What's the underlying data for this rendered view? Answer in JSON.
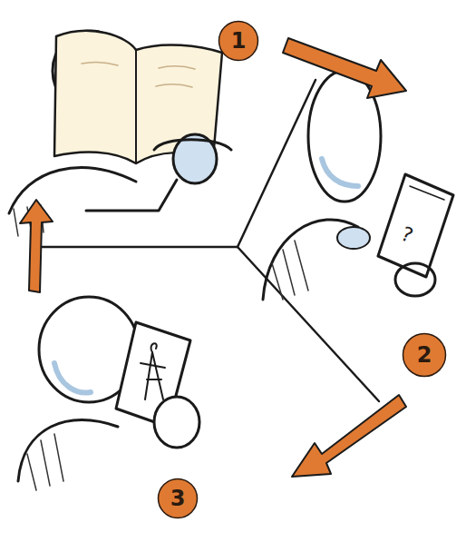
{
  "diagram": {
    "nodes": [
      {
        "text": [
          "1"
        ]
      },
      {
        "text": [
          "2"
        ]
      },
      {
        "text": [
          "3"
        ]
      }
    ],
    "labels": [
      "?"
    ]
  }
}
